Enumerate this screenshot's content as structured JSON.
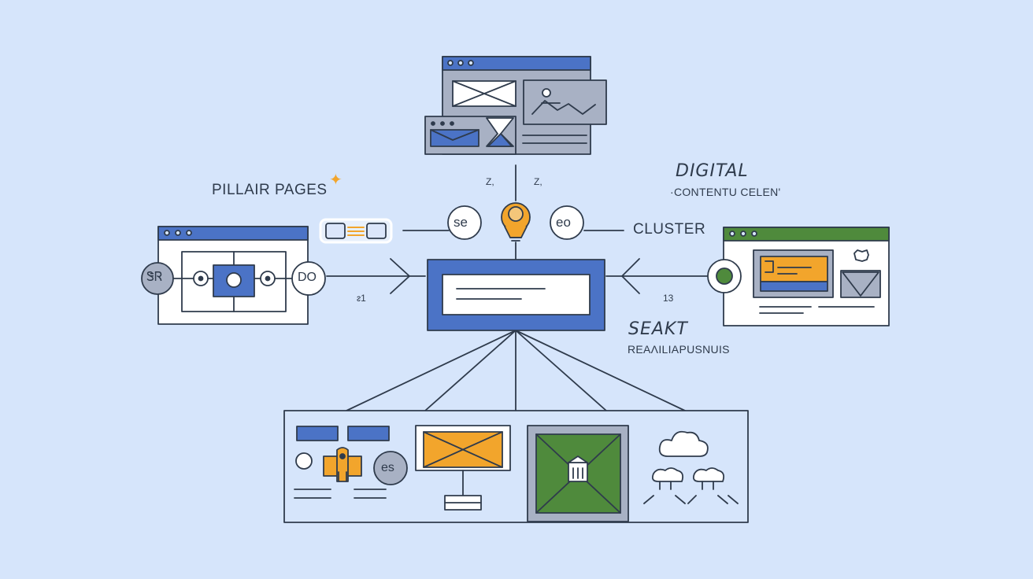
{
  "labels": {
    "pillar_pages": "PILLAIR PAGES",
    "digital": "DIGITAL",
    "content": "·CONTENTU CELEN'",
    "cluster": "CLUSTER",
    "search": "SEAKT",
    "relationships": "REAΛILIAPUSNUIS",
    "num_left": "ᴤ1",
    "num_right": "13",
    "z_left": "Z,",
    "z_right": "Z,"
  },
  "circles": {
    "se": "se",
    "eo": "eo",
    "left_node": "ᏕᏒ",
    "infinity": "DO",
    "es": "es"
  },
  "colors": {
    "background": "#d6e5fb",
    "blue": "#4b73c6",
    "green": "#4f8a3c",
    "orange": "#f2a52c",
    "gray": "#a8b1c4",
    "ink": "#2f3b4c"
  },
  "icons": [
    "lightbulb-icon",
    "cloud-icon",
    "sparkle-icon",
    "image-placeholder-icon",
    "person-icon",
    "box-icon"
  ]
}
